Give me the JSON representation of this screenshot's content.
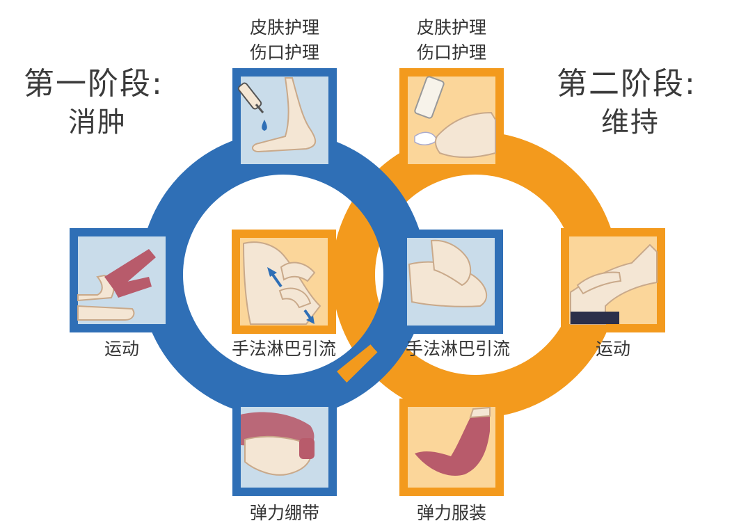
{
  "colors": {
    "blue": "#2f6fb6",
    "orange": "#f39a1d",
    "blue_panel": "#c9dcea",
    "orange_panel": "#fbd69a",
    "skin": "#f4e6d4",
    "sock": "#b85b6b"
  },
  "phase1": {
    "title": "第一阶段:",
    "subtitle": "消肿",
    "items": {
      "top_line1": "皮肤护理",
      "top_line2": "伤口护理",
      "left": "运动",
      "center": "手法淋巴引流",
      "bottom": "弹力绷带"
    }
  },
  "phase2": {
    "title": "第二阶段:",
    "subtitle": "维持",
    "items": {
      "top_line1": "皮肤护理",
      "top_line2": "伤口护理",
      "right": "运动",
      "center": "手法淋巴引流",
      "bottom": "弹力服装"
    }
  },
  "icons": {
    "p1_top": "skin-care-dropper-foot-icon",
    "p1_left": "leg-exercise-icon",
    "p1_center": "lymph-drainage-arrows-icon",
    "p1_bottom": "bandage-wrap-icon",
    "p2_top": "cream-tube-hands-icon",
    "p2_right": "leg-exercise-icon",
    "p2_center": "lymph-drainage-hands-icon",
    "p2_bottom": "compression-sock-icon"
  }
}
